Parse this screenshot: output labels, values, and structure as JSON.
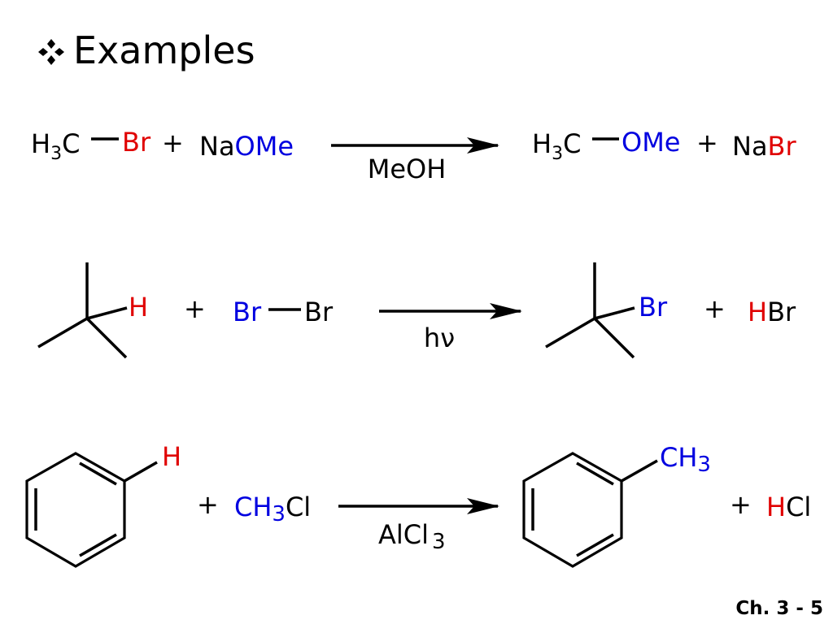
{
  "slide": {
    "title": "Examples",
    "bullet_icon": "four-diamond-bullet-icon",
    "footer": "Ch. 3 - 5"
  },
  "colors": {
    "black": "#000000",
    "red": "#e00000",
    "blue": "#0000e0"
  },
  "reactions": [
    {
      "reactant1": {
        "left": "H",
        "left_sub": "3",
        "left_tail": "C",
        "right": "Br"
      },
      "plus1": "+",
      "reagent": {
        "a": "Na",
        "b": "OMe"
      },
      "condition": "MeOH",
      "product1": {
        "left": "H",
        "left_sub": "3",
        "left_tail": "C",
        "right": "OMe"
      },
      "plus2": "+",
      "product2": {
        "a": "Na",
        "b": "Br"
      }
    },
    {
      "reactant1": {
        "label": "H"
      },
      "plus1": "+",
      "reagent": {
        "left": "Br",
        "right": "Br"
      },
      "condition": "hν",
      "product1": {
        "label": "Br"
      },
      "plus2": "+",
      "product2": {
        "a": "H",
        "b": "Br"
      }
    },
    {
      "reactant1": {
        "label": "H"
      },
      "plus1": "+",
      "reagent": {
        "a": "CH",
        "a_sub": "3",
        "b": "Cl"
      },
      "condition": {
        "main": "AlCl",
        "sub": "3"
      },
      "product1": {
        "label": "CH",
        "label_sub": "3"
      },
      "plus2": "+",
      "product2": {
        "a": "H",
        "b": "Cl"
      }
    }
  ]
}
